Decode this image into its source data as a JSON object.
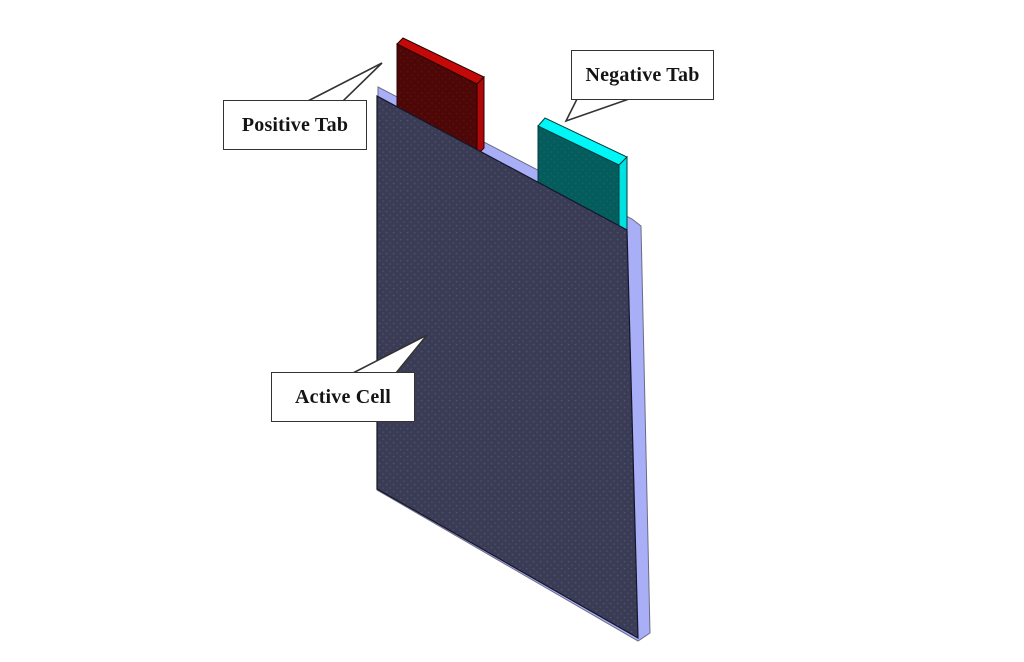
{
  "figure": {
    "description": "3D schematic of a pouch battery cell with two terminal tabs",
    "background": "#ffffff"
  },
  "labels": {
    "positive_tab": "Positive Tab",
    "negative_tab": "Negative Tab",
    "active_cell": "Active Cell"
  },
  "parts": [
    {
      "name": "positive-tab",
      "color_front": "#4D0707",
      "color_top": "#C40909",
      "color_side": "#AE0808"
    },
    {
      "name": "negative-tab",
      "color_front": "#045C5C",
      "color_top": "#00F7F7",
      "color_side": "#00E2E2"
    },
    {
      "name": "active-cell",
      "color_front": "#3A3B55"
    },
    {
      "name": "pouch-back-sheet",
      "color": "#A9AFF7"
    }
  ],
  "colors": {
    "lavender": "#A9AFF7",
    "lavender_edge": "#6B6B85",
    "navy": "#3A3B55",
    "navy_dot": "#50516B",
    "navy_edge": "#15162A",
    "red_front": "#4D0707",
    "red_dot": "#5E1111",
    "red_top": "#C40909",
    "red_side": "#AE0808",
    "red_edge": "#2A0202",
    "teal_front": "#045C5C",
    "teal_dot": "#0E6A6A",
    "cyan_top": "#00F7F7",
    "cyan_side": "#00E2E2",
    "cyan_edge": "#013D3D",
    "line": "#333333"
  }
}
